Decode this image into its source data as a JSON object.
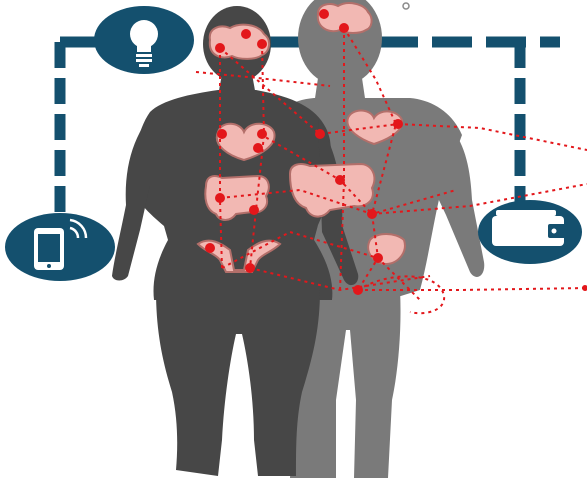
{
  "icons": {
    "bulb": "lightbulb-icon",
    "phone": "smartphone-icon",
    "wallet": "wallet-icon"
  },
  "figures": {
    "woman": "female-body-silhouette",
    "man": "male-body-silhouette"
  },
  "organs": [
    "brain",
    "heart",
    "intestines",
    "uterus",
    "bladder"
  ],
  "colors": {
    "network": "#14506e",
    "woman": "#474747",
    "man": "#7a7a7a",
    "organ": "#f2b8b3",
    "organ_outline": "#b36f6a",
    "sensor": "#e3171b",
    "background": "#ffffff"
  }
}
